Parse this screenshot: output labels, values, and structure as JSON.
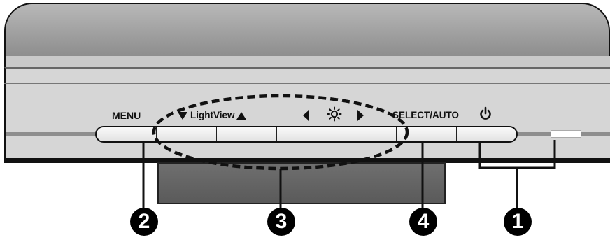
{
  "labels": {
    "menu": "MENU",
    "lightview": "LightView",
    "select_auto": "SELECT/AUTO"
  },
  "icons": {
    "down": "down-triangle",
    "up": "up-triangle",
    "left": "left-arrow",
    "brightness": "brightness-sun",
    "right": "right-arrow",
    "power": "power-symbol"
  },
  "callouts": [
    "2",
    "3",
    "4",
    "1"
  ],
  "colors": {
    "bezel": "#8a8a8a",
    "panel": "#d6d6d6",
    "stand": "#5a5a5a",
    "outline": "#111111"
  }
}
